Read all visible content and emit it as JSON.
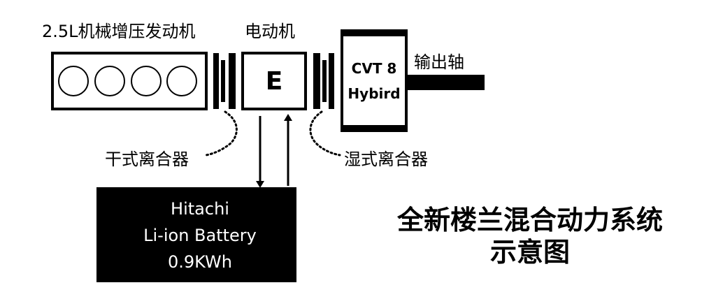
{
  "labels": {
    "engine": "2.5L机械增压发动机",
    "motor": "电动机",
    "motor_letter": "E",
    "cvt_line1": "CVT 8",
    "cvt_line2": "Hybird",
    "output_shaft": "输出轴",
    "dry_clutch": "干式离合器",
    "wet_clutch": "湿式离合器",
    "battery_line1": "Hitachi",
    "battery_line2": "Li-ion Battery",
    "battery_line3": "0.9KWh",
    "title_line1": "全新楼兰混合动力系统",
    "title_line2": "示意图"
  },
  "colors": {
    "ink": "#000000",
    "background": "#ffffff",
    "battery_text": "#ffffff"
  }
}
